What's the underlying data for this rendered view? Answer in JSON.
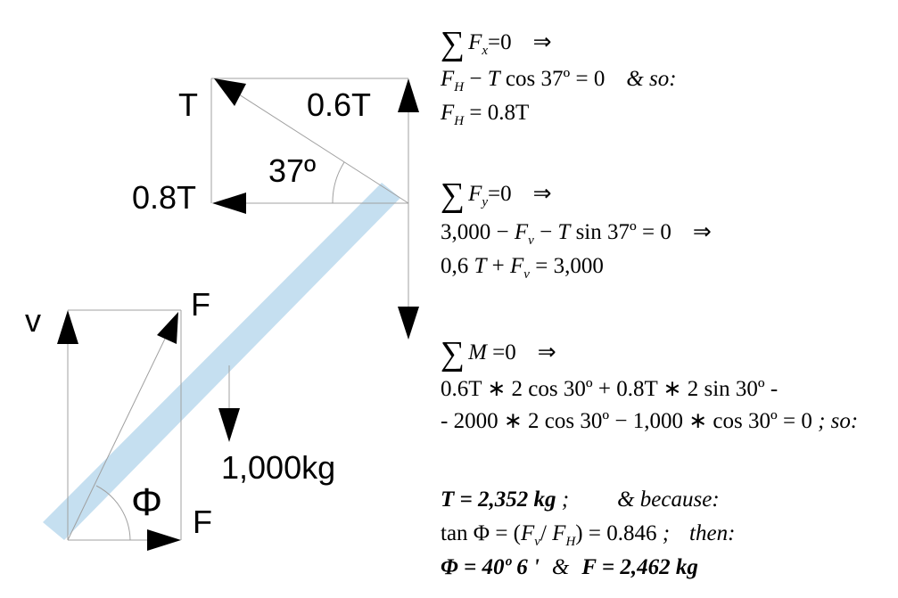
{
  "labels": {
    "tension": "T",
    "tension_vertical": "0.6T",
    "tension_horizontal": "0.8T",
    "tension_angle": "37º",
    "reaction_vertical": "v",
    "reaction_resultant": "F",
    "reaction_horizontal": "F",
    "reaction_angle": "Φ",
    "beam_weight": "1,000kg"
  },
  "equations": {
    "sum_fx": {
      "sigma": "∑",
      "lhs": "F",
      "sub": "x",
      "rhs": "=0",
      "arrow": "⇒"
    },
    "fx_line": {
      "a": "F",
      "a_sub": "H",
      "b": " − ",
      "c": "T",
      "d": " cos 37º = 0",
      "e": "& so:"
    },
    "fh_line": {
      "a": "F",
      "a_sub": "H",
      "b": " = 0.8T"
    },
    "sum_fy": {
      "sigma": "∑",
      "lhs": "F",
      "sub": "y",
      "rhs": "=0",
      "arrow": "⇒"
    },
    "fy_line1": {
      "a": "3,000 − ",
      "b": "F",
      "b_sub": "v",
      "c": " − ",
      "d": "T",
      "e": " sin 37º = 0",
      "arrow": "⇒"
    },
    "fy_line2": {
      "a": "0,6 ",
      "b": "T",
      "c": " + ",
      "d": "F",
      "d_sub": "v",
      "e": " = 3,000"
    },
    "sum_m": {
      "sigma": "∑",
      "lhs": "M",
      "rhs": " =0",
      "arrow": "⇒"
    },
    "m_line1": "0.6T ∗ 2 cos 30º + 0.8T ∗ 2 sin 30º -",
    "m_line2": {
      "a": "- 2000 ∗ 2 cos 30º − 1,000 ∗ cos 30º = 0",
      "b": " ; so:"
    },
    "result_t": {
      "a": "T = 2,352 kg",
      "b": " ;",
      "c": "& because:"
    },
    "tan_line": {
      "a": "tan Φ = (",
      "b": "F",
      "b_sub": "v",
      "c": "/ ",
      "d": "F",
      "d_sub": "H",
      "e": ") = 0.846",
      "f": " ;",
      "g": "then:"
    },
    "result_phi": {
      "a": "Φ = 40º 6 '",
      "b": "&",
      "c": "F = 2,462 kg"
    }
  },
  "colors": {
    "beam": "#c5dff0",
    "lines": "#a0a0a0",
    "arrows": "#000000"
  }
}
